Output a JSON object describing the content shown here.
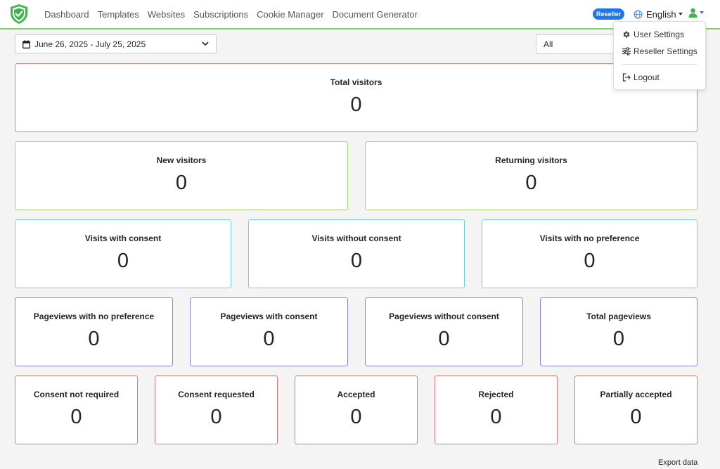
{
  "nav": {
    "links": [
      "Dashboard",
      "Templates",
      "Websites",
      "Subscriptions",
      "Cookie Manager",
      "Document Generator"
    ],
    "badge": "Reseller",
    "language": "English"
  },
  "filters": {
    "date_range": "June 26, 2025 - July 25, 2025",
    "select_value": "All"
  },
  "user_menu": {
    "items": [
      "User Settings",
      "Reseller Settings",
      "Logout"
    ]
  },
  "cards": {
    "total_visitors": {
      "label": "Total visitors",
      "value": "0"
    },
    "new_visitors": {
      "label": "New visitors",
      "value": "0"
    },
    "returning_visitors": {
      "label": "Returning visitors",
      "value": "0"
    },
    "visits_with_consent": {
      "label": "Visits with consent",
      "value": "0"
    },
    "visits_without_consent": {
      "label": "Visits without consent",
      "value": "0"
    },
    "visits_no_preference": {
      "label": "Visits with no preference",
      "value": "0"
    },
    "pageviews_no_preference": {
      "label": "Pageviews with no preference",
      "value": "0"
    },
    "pageviews_with_consent": {
      "label": "Pageviews with consent",
      "value": "0"
    },
    "pageviews_without_consent": {
      "label": "Pageviews without consent",
      "value": "0"
    },
    "total_pageviews": {
      "label": "Total pageviews",
      "value": "0"
    },
    "consent_not_required": {
      "label": "Consent not required",
      "value": "0"
    },
    "consent_requested": {
      "label": "Consent requested",
      "value": "0"
    },
    "accepted": {
      "label": "Accepted",
      "value": "0"
    },
    "rejected": {
      "label": "Rejected",
      "value": "0"
    },
    "partially_accepted": {
      "label": "Partially accepted",
      "value": "0"
    }
  },
  "footer": {
    "export_label": "Export data"
  },
  "colors": {
    "brand_green": "#3fb34f",
    "badge_blue": "#1877f2",
    "border_red": "#e07a78",
    "border_green": "#a8d07c",
    "border_cyan": "#6fd3d6",
    "border_purple": "#8f7fda"
  },
  "icons": {
    "logo": "shield-check-icon",
    "language": "globe-icon",
    "user": "user-icon",
    "date": "calendar-icon",
    "user_settings": "gear-icon",
    "reseller_settings": "sliders-icon",
    "logout": "logout-icon"
  }
}
